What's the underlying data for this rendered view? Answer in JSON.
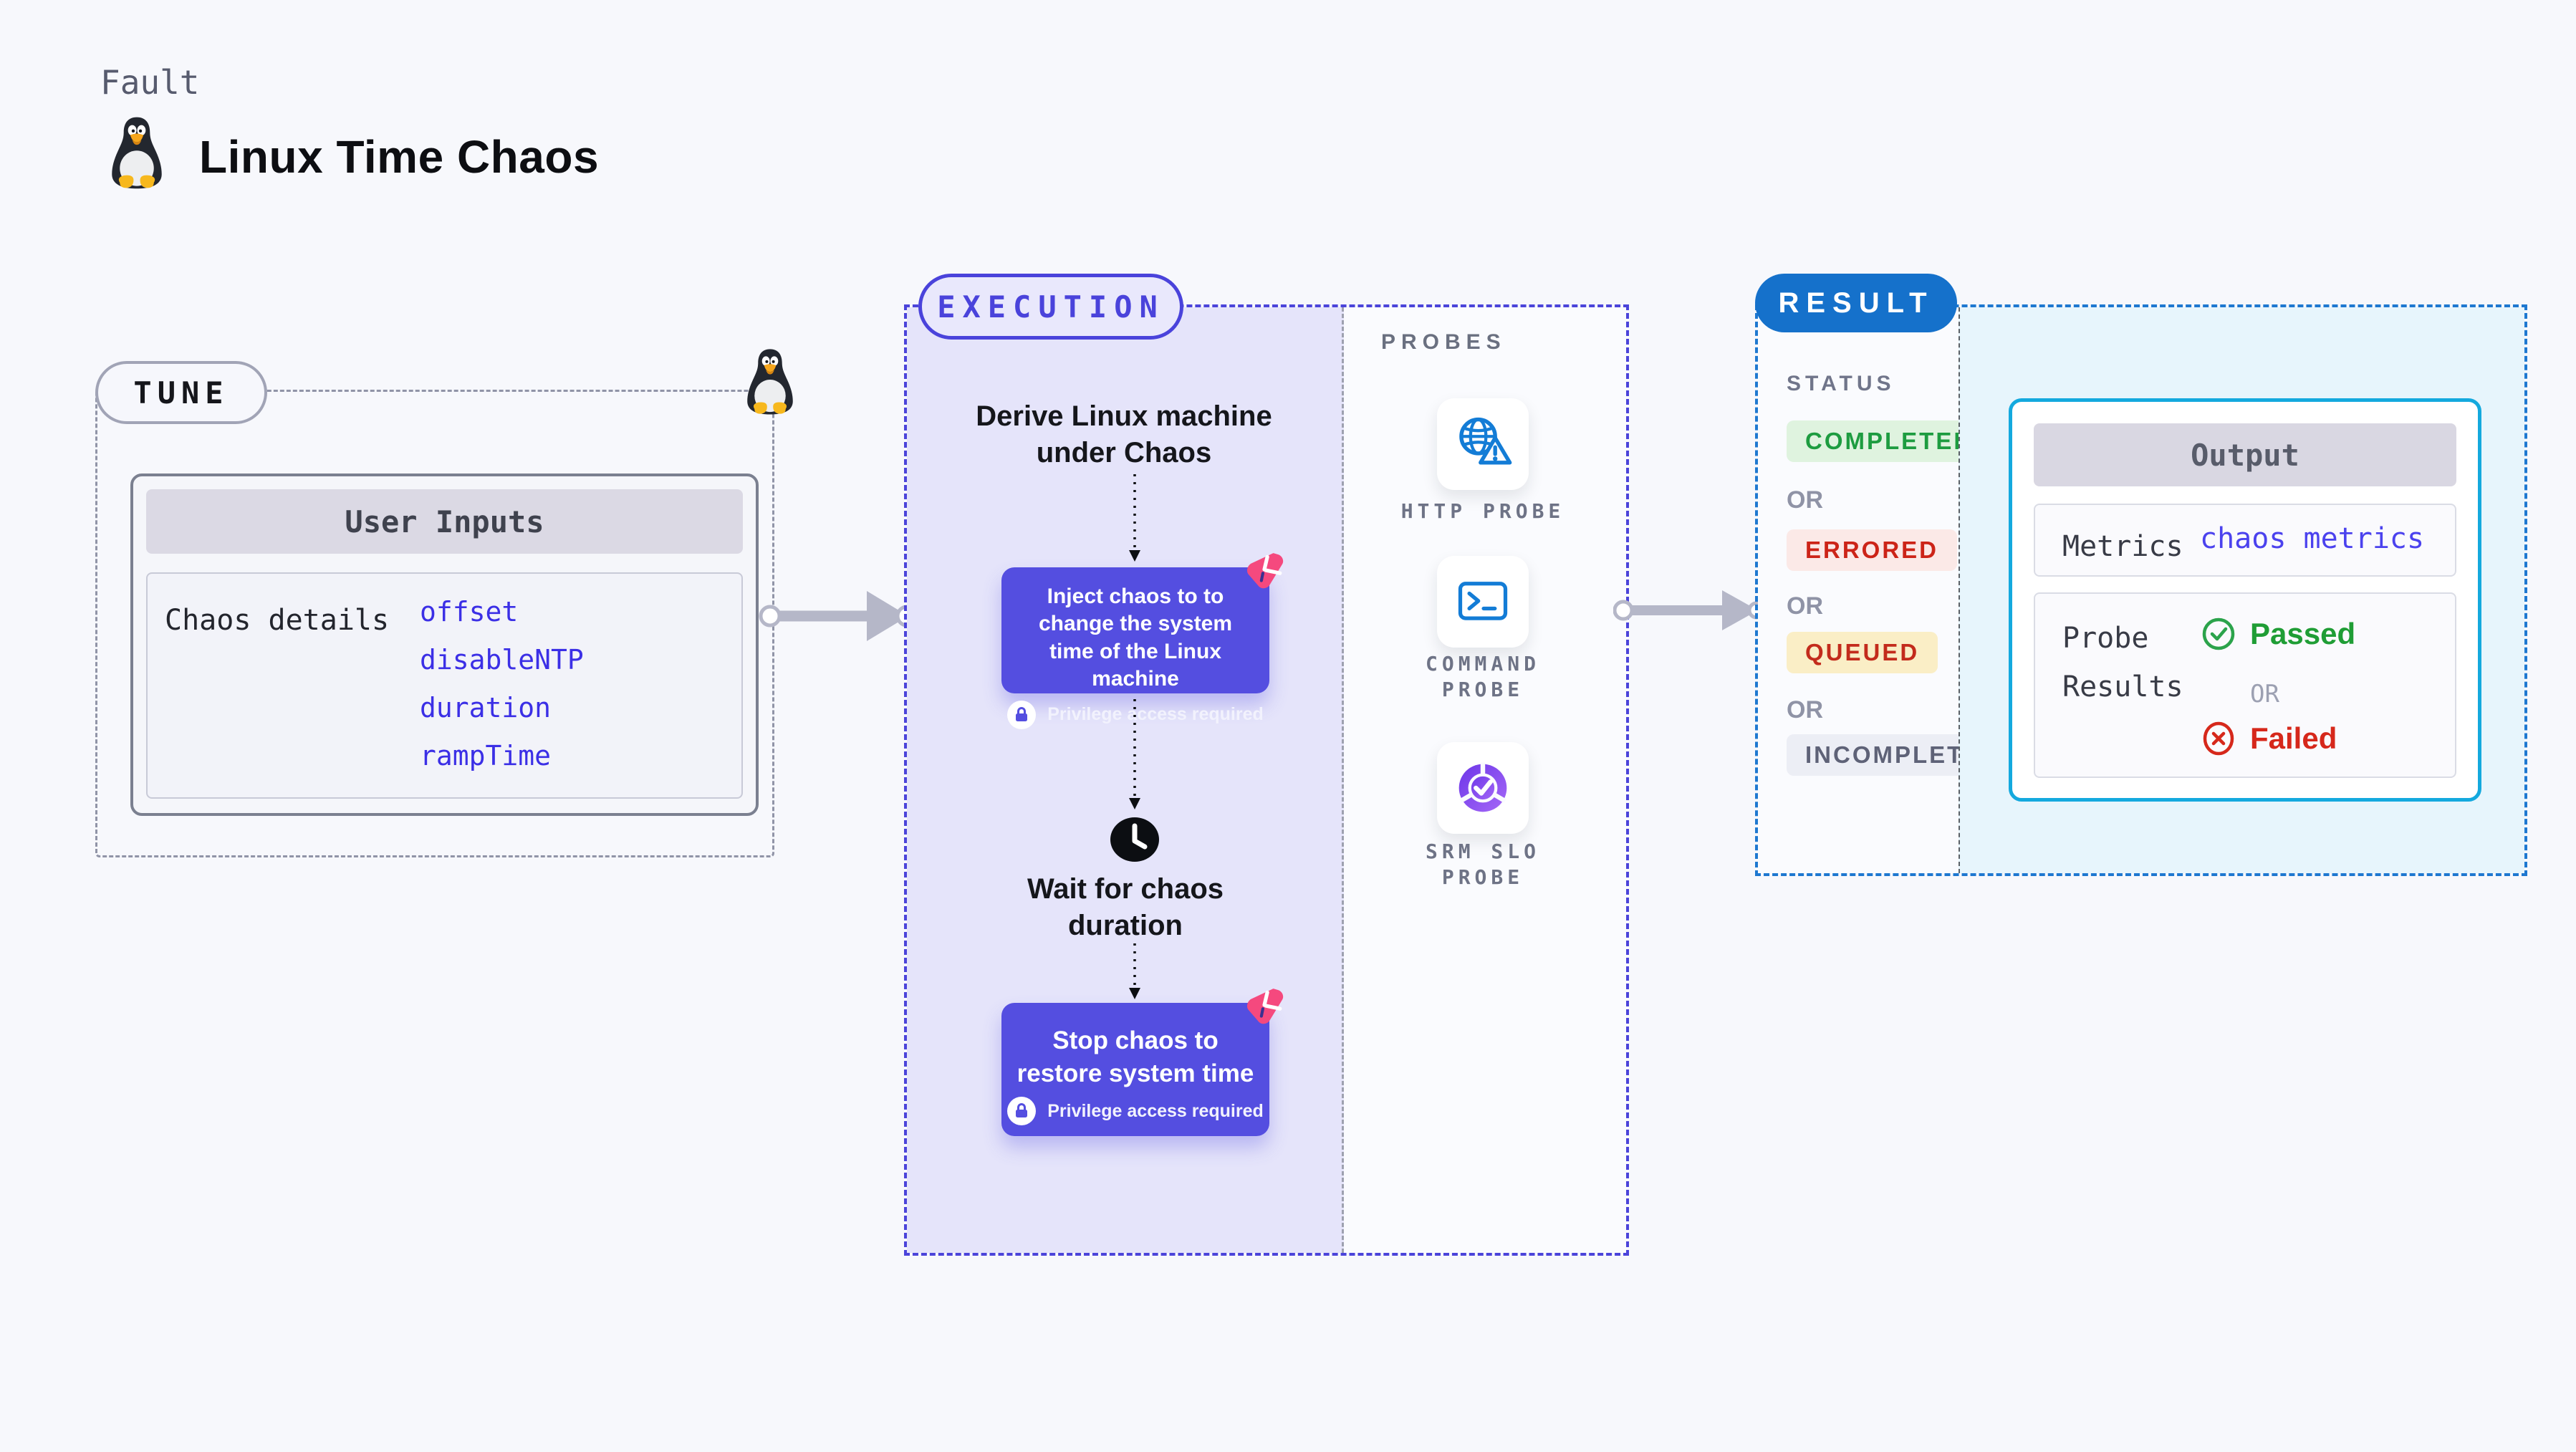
{
  "header": {
    "eyebrow": "Fault",
    "title": "Linux Time Chaos",
    "icon": "tux-penguin-icon"
  },
  "tune": {
    "badge": "TUNE",
    "corner_icon": "tux-penguin-icon",
    "user_inputs": {
      "title": "User Inputs",
      "row_label": "Chaos details",
      "params": [
        "offset",
        "disableNTP",
        "duration",
        "rampTime"
      ]
    }
  },
  "execution": {
    "badge": "EXECUTION",
    "derive_label": "Derive Linux machine under Chaos",
    "inject_action": "Inject chaos to to change the system time of the Linux machine",
    "privilege_note": "Privilege access required",
    "wait_label": "Wait for chaos duration",
    "stop_action": "Stop chaos to restore system time"
  },
  "probes": {
    "title": "PROBES",
    "items": [
      {
        "label": "HTTP PROBE",
        "icon": "globe-alert-icon"
      },
      {
        "label": "COMMAND PROBE",
        "icon": "terminal-icon"
      },
      {
        "label": "SRM SLO PROBE",
        "icon": "slo-pie-check-icon"
      }
    ]
  },
  "result": {
    "badge": "RESULT",
    "status": {
      "title": "STATUS",
      "or": "OR",
      "items": [
        {
          "label": "COMPLETED",
          "fg": "#1D9C40",
          "bg": "#DFF3DF"
        },
        {
          "label": "ERRORED",
          "fg": "#CC2418",
          "bg": "#FBE9E7"
        },
        {
          "label": "QUEUED",
          "fg": "#C32B1C",
          "bg": "#FAEEC6"
        },
        {
          "label": "INCOMPLETED",
          "fg": "#5E6277",
          "bg": "#ECEEF5"
        }
      ]
    },
    "output": {
      "title": "Output",
      "metrics_label": "Metrics",
      "metrics_link": "chaos metrics",
      "probe_results_label": "Probe Results",
      "passed": "Passed",
      "or": "OR",
      "failed": "Failed"
    }
  },
  "colors": {
    "page_bg": "#F7F8FC",
    "indigo_accent": "#4A43DB",
    "indigo_panel": "#E5E4FA",
    "indigo_box": "#544EE0",
    "blue_badge": "#1571CB",
    "cyan_border": "#14A9DE",
    "light_blue_panel": "#E7F5FC",
    "link_blue": "#3B2FE6",
    "pink_logo": "#F5497E",
    "probe_icon_blue": "#137CD6",
    "srm_purple": "#8B46F0",
    "arrow_gray": "#B5B7C8",
    "passed_green": "#1F9D35",
    "failed_red": "#D6281B"
  }
}
